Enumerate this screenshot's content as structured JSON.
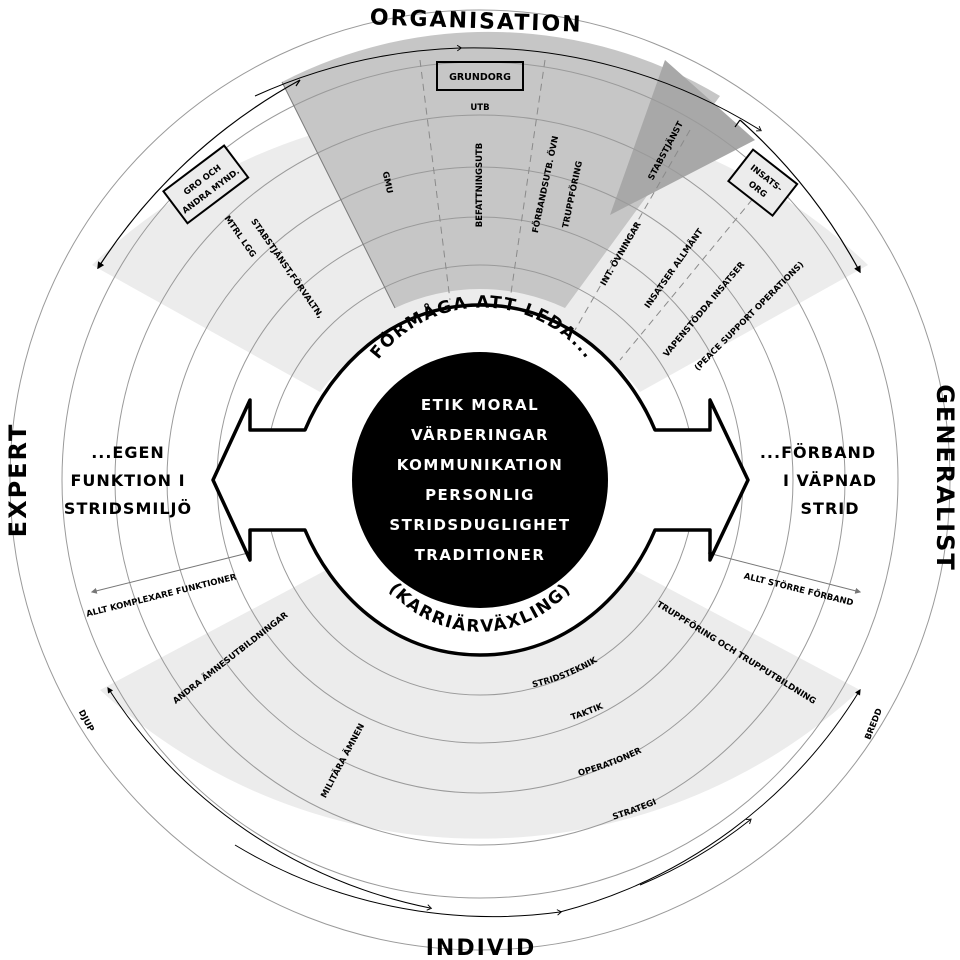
{
  "side_labels": {
    "top": "ORGANISATION",
    "bottom": "INDIVID",
    "left": "EXPERT",
    "right": "GENERALIST"
  },
  "center": {
    "top_arc": "FÖRMÅGA ATT LEDA...",
    "bottom_arc": "(KARRIÄRVÄXLING)",
    "core_lines": [
      "ETIK  MORAL",
      "VÄRDERINGAR",
      "KOMMUNIKATION",
      "PERSONLIG",
      "STRIDSDUGLIGHET",
      "TRADITIONER"
    ]
  },
  "left_arrow_lines": [
    "...EGEN",
    "FUNKTION I",
    "STRIDSMILJÖ"
  ],
  "right_arrow_lines": [
    "...FÖRBAND",
    "I VÄPNAD",
    "STRID"
  ],
  "organisation_sector": {
    "box_grundorg": "GRUNDORG",
    "box_gro_lines": [
      "GRO OCH",
      "ANDRA MYND."
    ],
    "box_insats_lines": [
      "INSATS-",
      "ORG"
    ],
    "utb": "UTB",
    "gmu": "GMU",
    "befattningsutb": "BEFATTNINGSUTB",
    "forbandsutb_lines": [
      "FÖRBANDSUTB. ÖVN",
      "TRUPPFÖRING"
    ],
    "stabstjanst": "STABSTJÄNST",
    "stabstjanst_forvaltn_lines": [
      "STABSTJÄNST,FÖRVALTN,",
      "MTRL LGG"
    ],
    "int_ovningar": "INT. ÖVNINGAR",
    "insatser_allmant": "INSATSER ALLMÄNT",
    "vapenstodda_lines": [
      "VAPENSTÖDDA INSATSER",
      "(PEACE SUPPORT OPERATIONS)"
    ]
  },
  "individ_sector": {
    "allt_komplexare": "ALLT KOMPLEXARE FUNKTIONER",
    "allt_storre": "ALLT STÖRRE FÖRBAND",
    "andra_amnesutbildningar": "ANDRA ÄMNESUTBILDNINGAR",
    "militara_amnen": "MILITÄRA ÄMNEN",
    "truppforing_och_trupputbildning": "TRUPPFÖRING OCH TRUPPUTBILDNING",
    "levels": [
      "STRIDSTEKNIK",
      "TAKTIK",
      "OPERATIONER",
      "STRATEGI"
    ],
    "djup": "DJUP",
    "bredd": "BREDD"
  },
  "colors": {
    "sector_fill": "#ececec",
    "sector_dark": "#c6c6c6",
    "sector_darker": "#a8a8a8",
    "core": "#000000",
    "ring": "#9a9a9a"
  }
}
